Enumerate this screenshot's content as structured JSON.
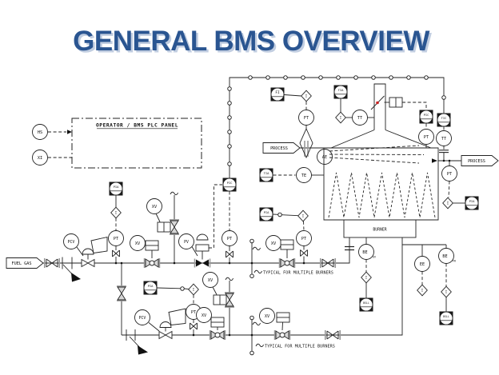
{
  "title": "GENERAL BMS OVERVIEW",
  "panel": {
    "label": "OPERATOR / BMS PLC PANEL"
  },
  "flags": {
    "fuel_gas": "FUEL GAS",
    "process_in": "PROCESS",
    "process_out": "PROCESS"
  },
  "notes": {
    "typical_main": "TYPICAL FOR MULTIPLE BURNERS",
    "typical_pilot": "TYPICAL FOR MULTIPLE BURNERS"
  },
  "equipment": {
    "burner": "BURNER"
  },
  "colors": {
    "title": "#2a5591",
    "title_shadow": "#c2cee1",
    "line": "#222222",
    "valve_gray": "#9a9a9a",
    "damper_dot_red": "#cc2222"
  },
  "tags": {
    "hs": "HS",
    "xi": "XI",
    "fi": "FI",
    "ft": "FT",
    "logic_i": "I",
    "tia_stack": "TIA",
    "tt_stack": "TT",
    "pic_damper": "PIC",
    "pt_furnace": "PT",
    "tic_steam": "TIC",
    "tt_steam": "TT",
    "pt_steam": "PT",
    "pia_steam": "PIA",
    "tia_furnace": "TIA",
    "te_furnace": "TE",
    "ae_o2": "AE",
    "pia_gas1": "PIA",
    "pt_gas1": "PT",
    "pic_gas": "PIC",
    "pt_gas2": "PT",
    "pia_gas2": "PIA",
    "pt_gas3": "PT",
    "pcv_gas": "PCV",
    "pv_gas": "PV",
    "xv_vent_gas": "XV",
    "xv_block1_gas": "XV",
    "xv_block2_gas": "XV",
    "be_uv": "BE",
    "be_uv_suffix": "UV",
    "bsll_uv": "BSLL",
    "ee_igniter": "EE",
    "be_fr": "BE",
    "be_fr_suffix": "FR",
    "bsll_fr": "BSLL",
    "pia_pilot": "PIA",
    "pt_pilot": "PT",
    "pcv_pilot": "PCV",
    "xv_block1_pilot": "XV",
    "xv_vent_pilot": "XV",
    "xv_block2_pilot": "XV"
  }
}
